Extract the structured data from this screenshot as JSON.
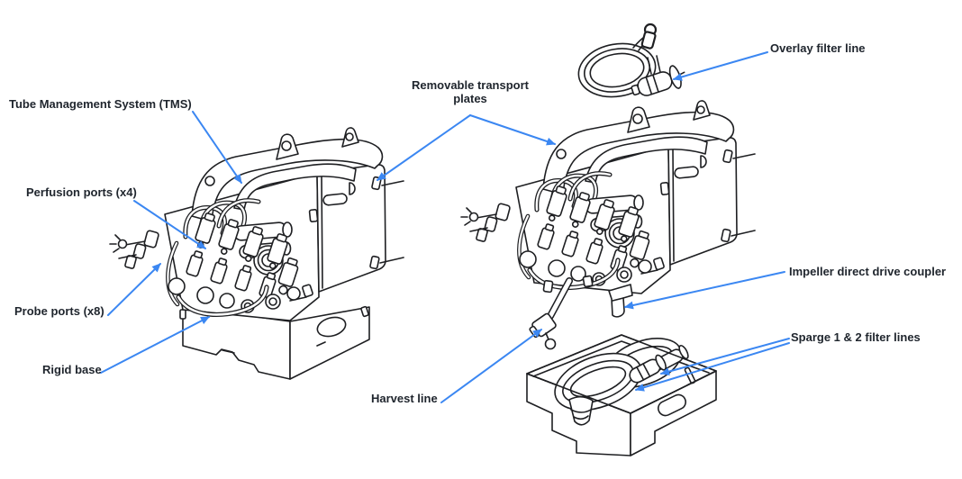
{
  "colors": {
    "background": "#ffffff",
    "line": "#1e1f22",
    "arrow": "#3b87f2",
    "label": "#20262e"
  },
  "annotations": {
    "tms": {
      "text": "Tube Management System (TMS)"
    },
    "perfusion_ports": {
      "text": "Perfusion ports (x4)"
    },
    "probe_ports": {
      "text": "Probe ports (x8)"
    },
    "rigid_base": {
      "text": "Rigid base"
    },
    "transport_plates": {
      "text": "Removable transport plates"
    },
    "overlay_filter_line": {
      "text": "Overlay filter line"
    },
    "impeller_coupler": {
      "text": "Impeller direct drive coupler"
    },
    "sparge_filter_lines": {
      "text": "Sparge 1 & 2 filter lines"
    },
    "harvest_line": {
      "text": "Harvest line"
    }
  }
}
